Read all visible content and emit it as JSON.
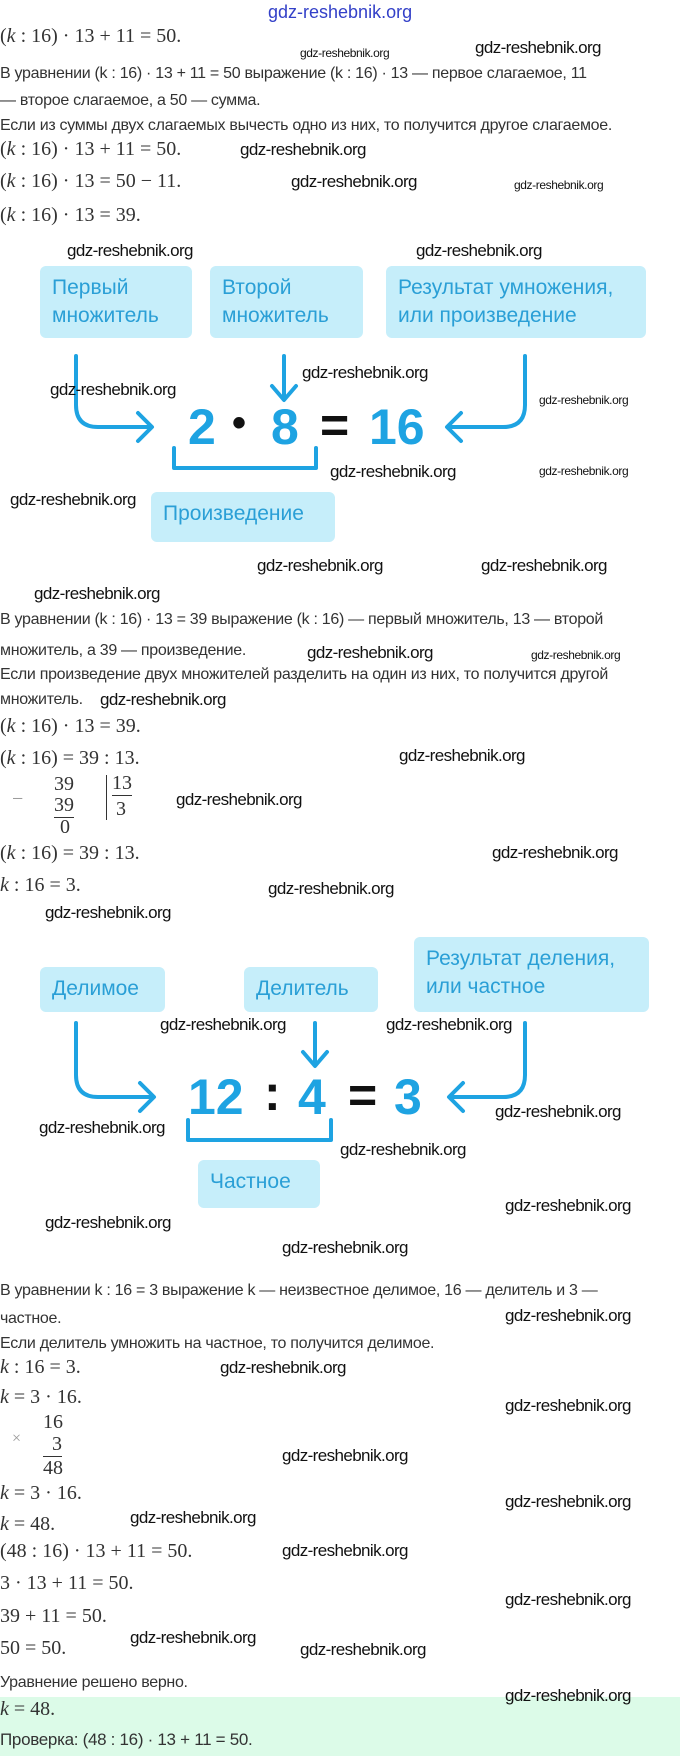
{
  "watermark": "gdz-reshebnik.org",
  "part1": {
    "eq1": "(k : 16) · 13 + 11 = 50.",
    "para1_line1": "В уравнении (k : 16) · 13 + 11 = 50 выражение (k : 16) · 13 — первое слагаемое, 11",
    "para1_line2": "— второе слагаемое, а 50 — сумма.",
    "rule1": "Если из суммы двух слагаемых вычесть одно из них, то получится другое слагаемое.",
    "eq2": "(k : 16) · 13 + 11 = 50.",
    "eq3": "(k : 16) · 13 = 50 − 11.",
    "eq4": "(k : 16) · 13 = 39."
  },
  "diagram_mult": {
    "box1": "Первый множитель",
    "box2": "Второй множитель",
    "box3": "Результат умножения, или произведение",
    "n1": "2",
    "op": "•",
    "n2": "8",
    "eq": "=",
    "res": "16",
    "bottom": "Произведение"
  },
  "part2": {
    "para_line1": "В уравнении (k : 16) · 13 = 39 выражение (k : 16) — первый множитель, 13 — второй",
    "para_line2": "множитель, а 39 — произведение.",
    "rule_line1": "Если произведение двух множителей разделить на один из них, то получится другой",
    "rule_line2": "множитель.",
    "eq1": "(k : 16) · 13 = 39.",
    "eq2": "(k : 16) = 39 : 13.",
    "division": {
      "sign": "−",
      "dividend": "39",
      "sub": "39",
      "remainder": "0",
      "divisor": "13",
      "quotient": "3"
    },
    "eq3": "(k : 16) = 39 : 13.",
    "eq4": "k : 16 = 3."
  },
  "diagram_div": {
    "box1": "Делимое",
    "box2": "Делитель",
    "box3": "Результат деления, или частное",
    "n1": "12",
    "op": ":",
    "n2": "4",
    "eq": "=",
    "res": "3",
    "bottom": "Частное"
  },
  "part3": {
    "para_line1": "В уравнении k : 16 = 3 выражение k — неизвестное делимое, 16 — делитель и 3 —",
    "para_line2": "частное.",
    "rule": "Если делитель умножить на частное, то получится делимое.",
    "eq1": "k : 16 = 3.",
    "eq2": "k = 3 · 16.",
    "mult": {
      "sign": "×",
      "a": "16",
      "b": "3",
      "result": "48"
    },
    "eq3": "k = 3 · 16.",
    "eq4": "k = 48.",
    "eq5": "(48 : 16) · 13 + 11 = 50.",
    "eq6": "3 · 13 + 11 = 50.",
    "eq7": "39 + 11 = 50.",
    "eq8": "50 = 50.",
    "verdict": "Уравнение решено верно."
  },
  "answer": {
    "value": "k = 48.",
    "check": "Проверка: (48 : 16) · 13 + 11 = 50."
  }
}
